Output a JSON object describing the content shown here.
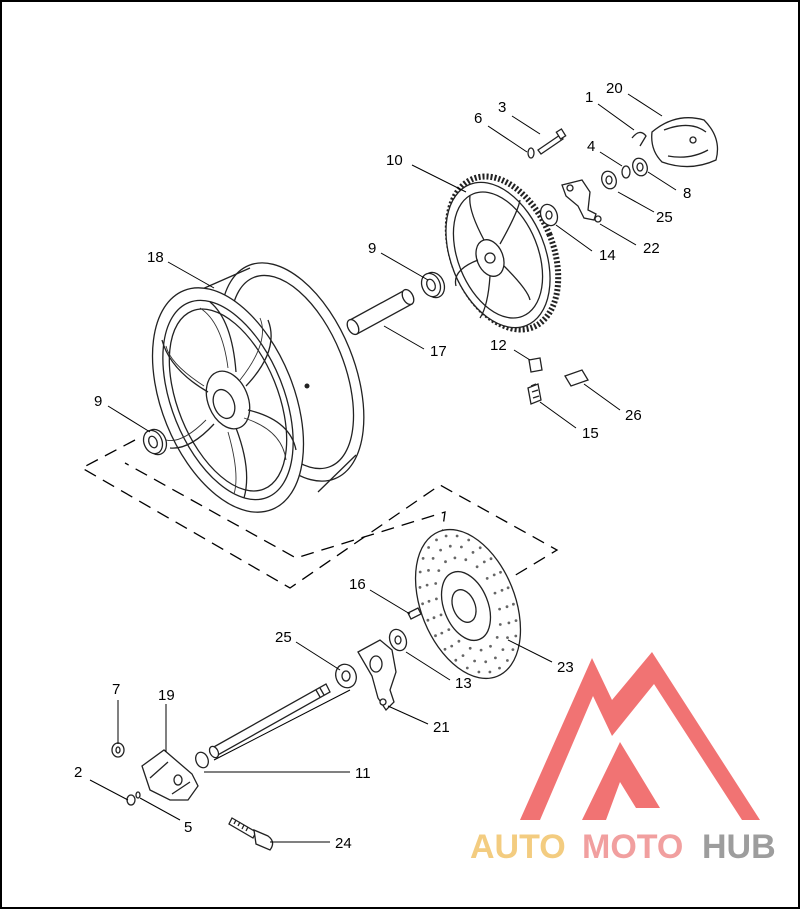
{
  "callouts": [
    {
      "id": "1",
      "text": "1"
    },
    {
      "id": "20",
      "text": "20"
    },
    {
      "id": "3",
      "text": "3"
    },
    {
      "id": "6",
      "text": "6"
    },
    {
      "id": "4",
      "text": "4"
    },
    {
      "id": "8",
      "text": "8"
    },
    {
      "id": "10",
      "text": "10"
    },
    {
      "id": "25a",
      "text": "25"
    },
    {
      "id": "22",
      "text": "22"
    },
    {
      "id": "14",
      "text": "14"
    },
    {
      "id": "9a",
      "text": "9"
    },
    {
      "id": "18",
      "text": "18"
    },
    {
      "id": "17",
      "text": "17"
    },
    {
      "id": "12",
      "text": "12"
    },
    {
      "id": "26",
      "text": "26"
    },
    {
      "id": "15",
      "text": "15"
    },
    {
      "id": "9b",
      "text": "9"
    },
    {
      "id": "16",
      "text": "16"
    },
    {
      "id": "25b",
      "text": "25"
    },
    {
      "id": "13",
      "text": "13"
    },
    {
      "id": "23",
      "text": "23"
    },
    {
      "id": "21",
      "text": "21"
    },
    {
      "id": "7",
      "text": "7"
    },
    {
      "id": "19",
      "text": "19"
    },
    {
      "id": "11",
      "text": "11"
    },
    {
      "id": "2",
      "text": "2"
    },
    {
      "id": "5",
      "text": "5"
    },
    {
      "id": "24",
      "text": "24"
    }
  ],
  "watermark": {
    "part1": "AUTO",
    "part2": "MOTO",
    "part3": "HUB",
    "color1": "#f2c46a",
    "color2": "#ef8f8f",
    "color3": "#8c8c8c",
    "logo_color": "#ef5b5b"
  }
}
